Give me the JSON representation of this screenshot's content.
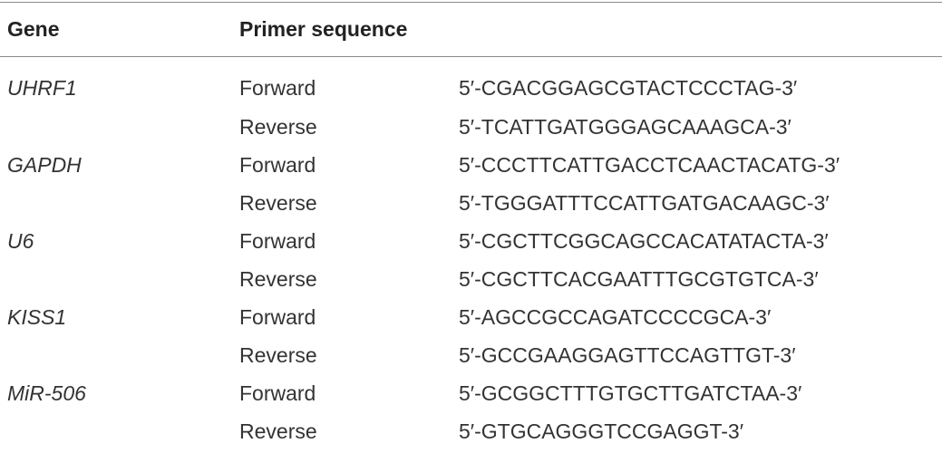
{
  "table": {
    "headers": {
      "gene": "Gene",
      "primer": "Primer sequence"
    },
    "rows": [
      {
        "gene": "UHRF1",
        "direction": "Forward",
        "sequence": "5′-CGACGGAGCGTACTCCCTAG-3′"
      },
      {
        "gene": "",
        "direction": "Reverse",
        "sequence": "5′-TCATTGATGGGAGCAAAGCA-3′"
      },
      {
        "gene": "GAPDH",
        "direction": "Forward",
        "sequence": "5′-CCCTTCATTGACCTCAACTACATG-3′"
      },
      {
        "gene": "",
        "direction": "Reverse",
        "sequence": "5′-TGGGATTTCCATTGATGACAAGC-3′"
      },
      {
        "gene": "U6",
        "direction": "Forward",
        "sequence": "5′-CGCTTCGGCAGCCACATATACTA-3′"
      },
      {
        "gene": "",
        "direction": "Reverse",
        "sequence": "5′-CGCTTCACGAATTTGCGTGTCA-3′"
      },
      {
        "gene": "KISS1",
        "direction": "Forward",
        "sequence": "5′-AGCCGCCAGATCCCCGCA-3′"
      },
      {
        "gene": "",
        "direction": "Reverse",
        "sequence": "5′-GCCGAAGGAGTTCCAGTTGT-3′"
      },
      {
        "gene": "MiR-506",
        "direction": "Forward",
        "sequence": "5′-GCGGCTTTGTGCTTGATCTAA-3′"
      },
      {
        "gene": "",
        "direction": "Reverse",
        "sequence": "5′-GTGCAGGGTCCGAGGT-3′"
      }
    ]
  }
}
